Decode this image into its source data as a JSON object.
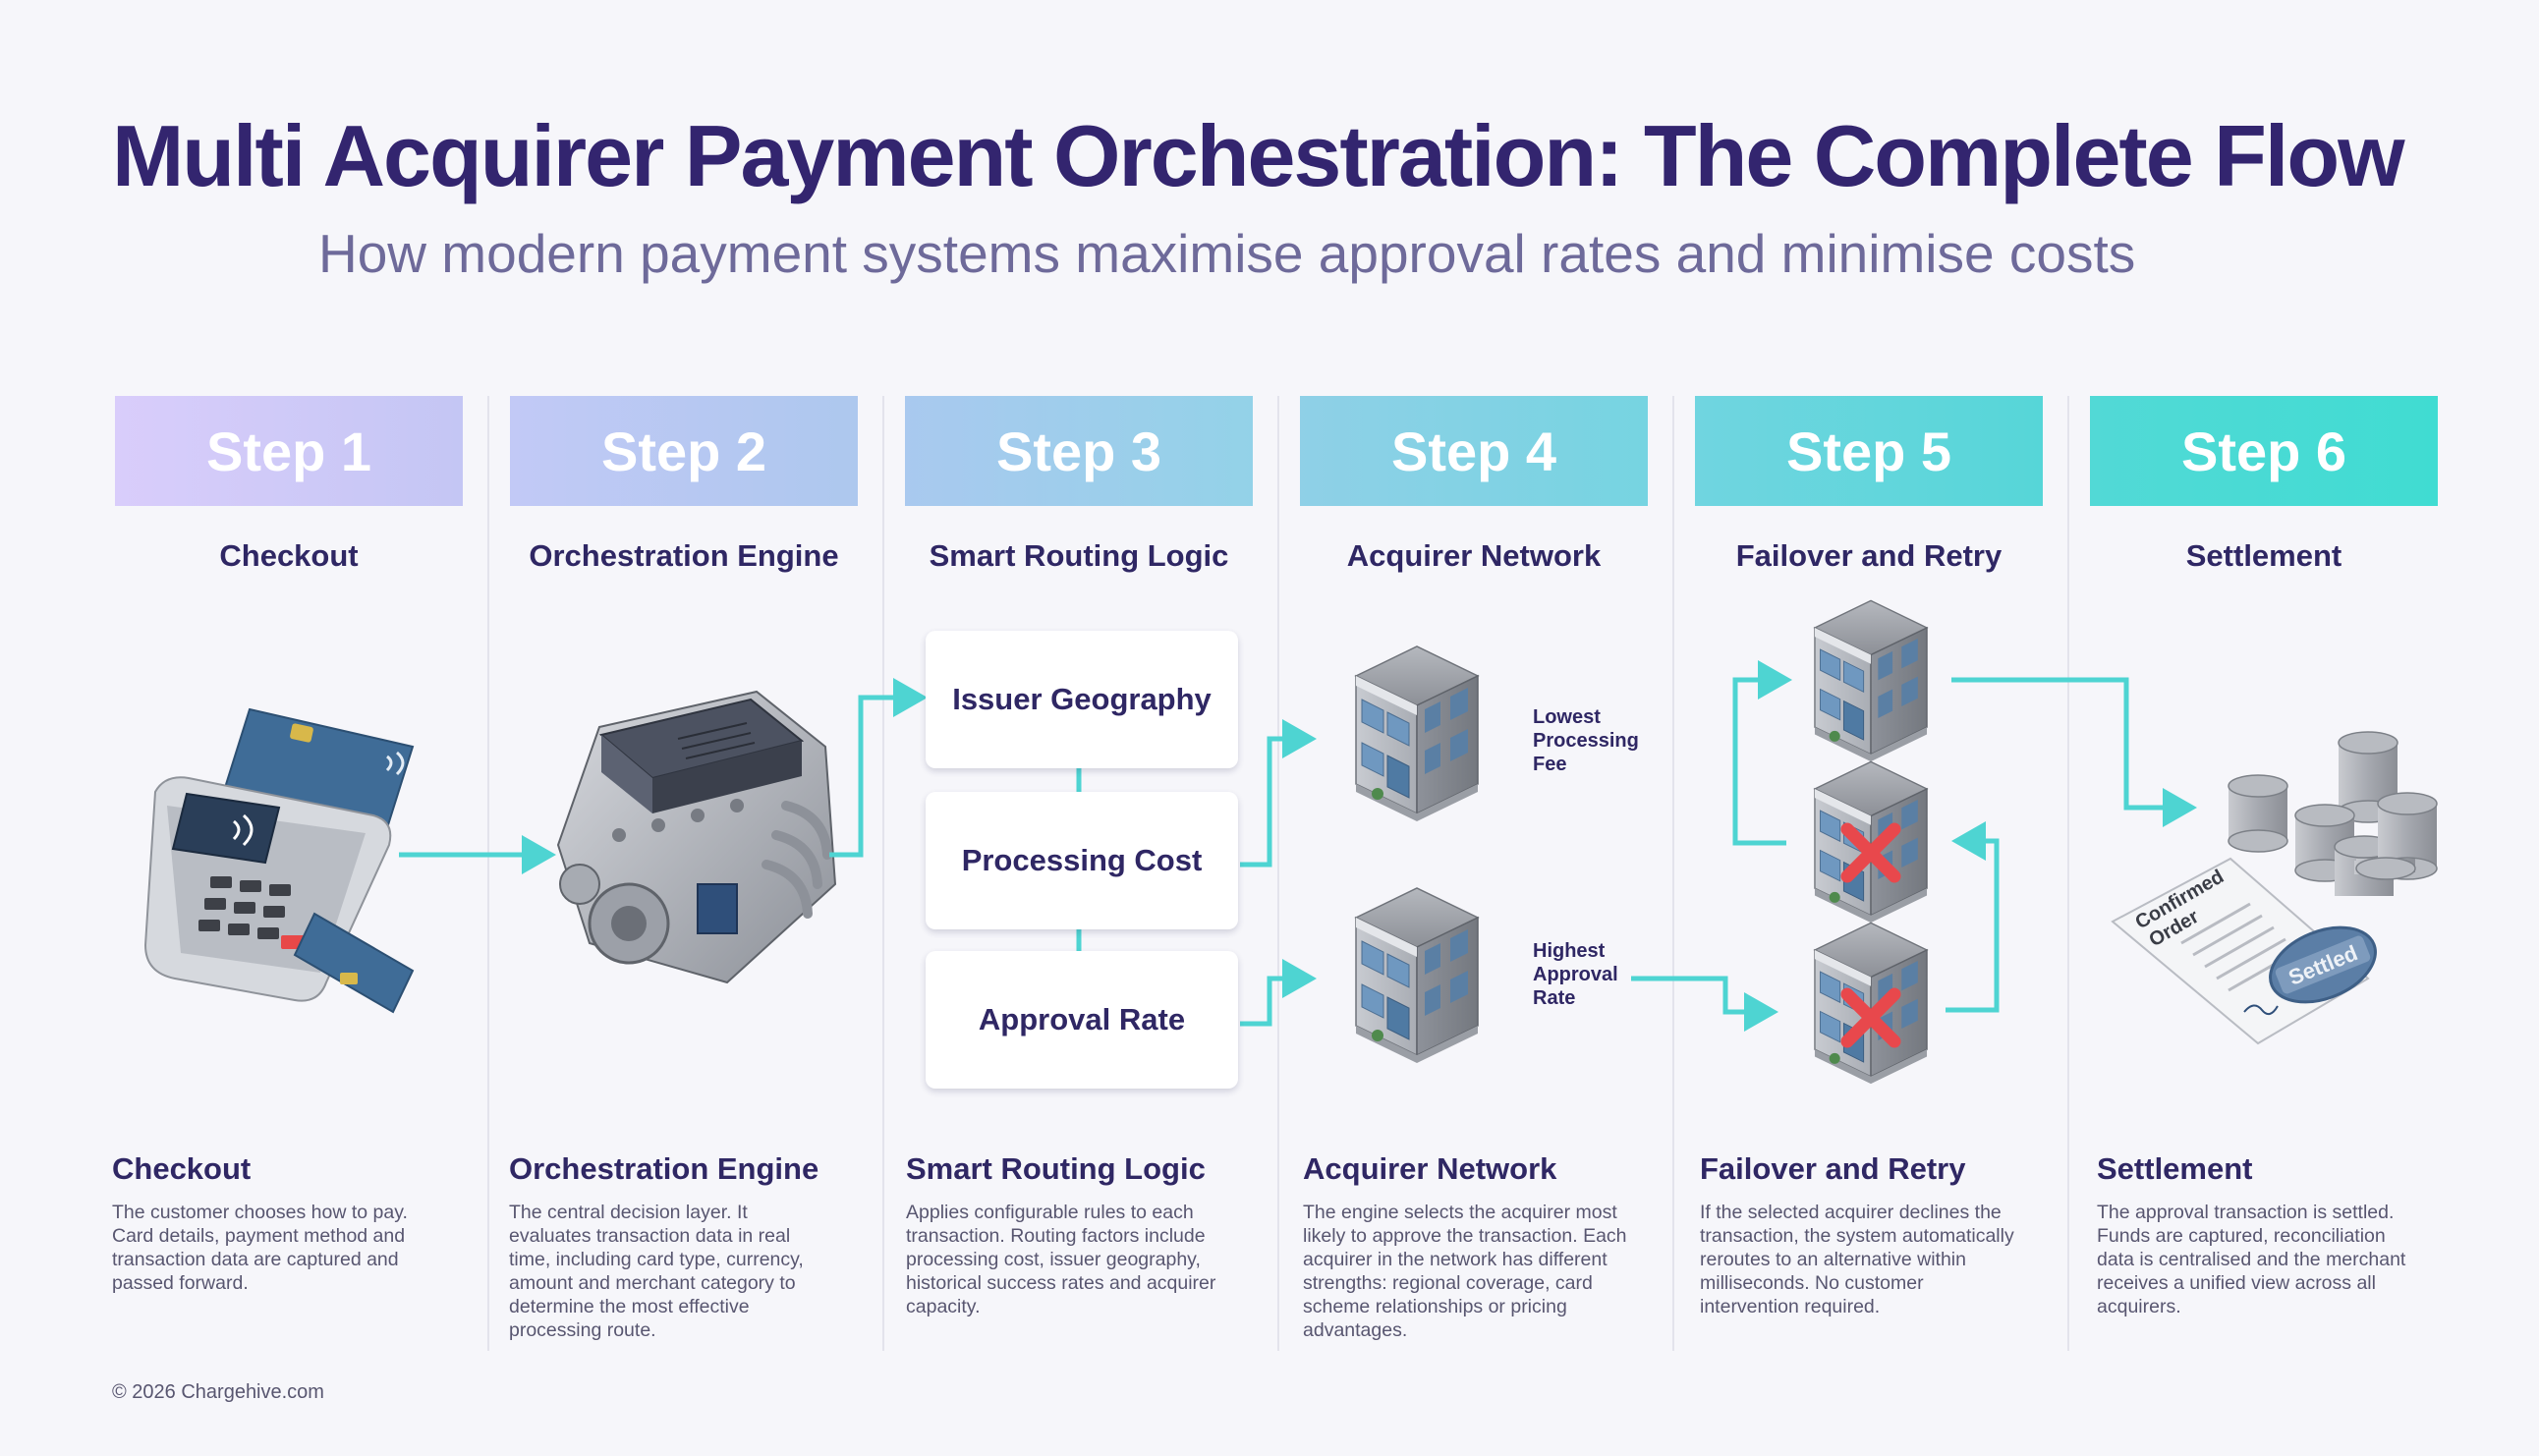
{
  "title": "Multi Acquirer Payment Orchestration: The Complete Flow",
  "subtitle": "How modern payment systems maximise approval rates and minimise costs",
  "steps": [
    {
      "header": "Step 1",
      "name": "Checkout",
      "desc_title": "Checkout",
      "desc": "The customer chooses how to pay. Card details, payment method and transaction data are captured and passed forward."
    },
    {
      "header": "Step 2",
      "name": "Orchestration Engine",
      "desc_title": "Orchestration Engine",
      "desc": "The central decision layer. It evaluates transaction data in real time, including card type, currency, amount and merchant category to determine the most effective processing route."
    },
    {
      "header": "Step 3",
      "name": "Smart Routing Logic",
      "desc_title": "Smart Routing Logic",
      "desc": "Applies configurable rules to each transaction. Routing factors include processing cost, issuer geography, historical success rates and acquirer capacity."
    },
    {
      "header": "Step 4",
      "name": "Acquirer Network",
      "desc_title": "Acquirer Network",
      "desc": "The engine selects the acquirer most likely to approve the transaction. Each acquirer in the network has different strengths: regional coverage, card scheme relationships or pricing advantages."
    },
    {
      "header": "Step 5",
      "name": "Failover and Retry",
      "desc_title": "Failover and Retry",
      "desc": "If the selected acquirer declines the transaction, the system automatically reroutes to an alternative within milliseconds. No customer intervention required."
    },
    {
      "header": "Step 6",
      "name": "Settlement",
      "desc_title": "Settlement",
      "desc": "The approval transaction is settled. Funds are captured, reconciliation data is centralised and the merchant receives a unified view across all acquirers."
    }
  ],
  "routing": {
    "factor_1": "Issuer Geography",
    "factor_2": "Processing Cost",
    "factor_3": "Approval Rate"
  },
  "acquirers": {
    "label_top": [
      "Lowest",
      "Processing",
      "Fee"
    ],
    "label_bottom": [
      "Highest",
      "Approval",
      "Rate"
    ]
  },
  "settlement": {
    "order_line1": "Confirmed",
    "order_line2": "Order",
    "stamp": "Settled"
  },
  "footer": "© 2026 Chargehive.com",
  "colors": {
    "step_gradients": [
      [
        "#d9cdfb",
        "#c4c6f4"
      ],
      [
        "#c2c9f6",
        "#adc8ee"
      ],
      [
        "#a9c9ef",
        "#93d2e8"
      ],
      [
        "#8fd0e7",
        "#76d4e1"
      ],
      [
        "#70d5e0",
        "#56d6d8"
      ],
      [
        "#52d9d6",
        "#40dcd2"
      ]
    ],
    "arrow": "#4ed4d2",
    "title": "#33256f",
    "cross": "#e8484c"
  }
}
